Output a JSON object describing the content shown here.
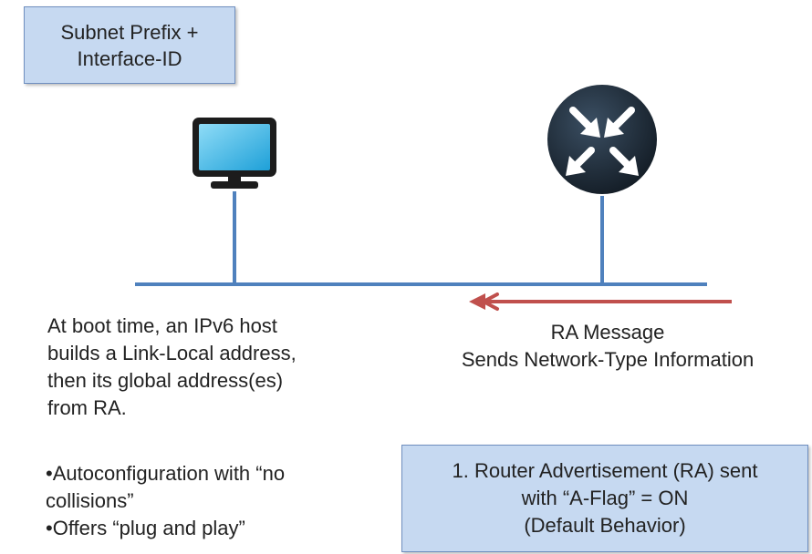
{
  "prefix_box": {
    "lines": [
      "Subnet Prefix +",
      "Interface-ID"
    ]
  },
  "host_description": {
    "lines": [
      "At boot time, an IPv6 host",
      "builds a Link-Local address,",
      "then its global address(es)",
      "from RA."
    ]
  },
  "bullets": {
    "lines": [
      "•Autoconfiguration with “no",
      "collisions”",
      "•Offers “plug and play”"
    ]
  },
  "ra_label": {
    "lines": [
      "RA Message",
      "Sends Network-Type Information"
    ]
  },
  "ra_box": {
    "lines": [
      "1. Router Advertisement (RA) sent",
      "with “A-Flag” = ON",
      "(Default Behavior)"
    ]
  },
  "icons": {
    "host": "computer-monitor-icon",
    "router": "router-icon"
  },
  "colors": {
    "box_fill": "#c6d9f1",
    "box_border": "#6f8fbf",
    "network_line": "#4f81bd",
    "arrow": "#c0504d",
    "router": "#1f2d3a",
    "monitor_screen": "#38b3e6"
  }
}
